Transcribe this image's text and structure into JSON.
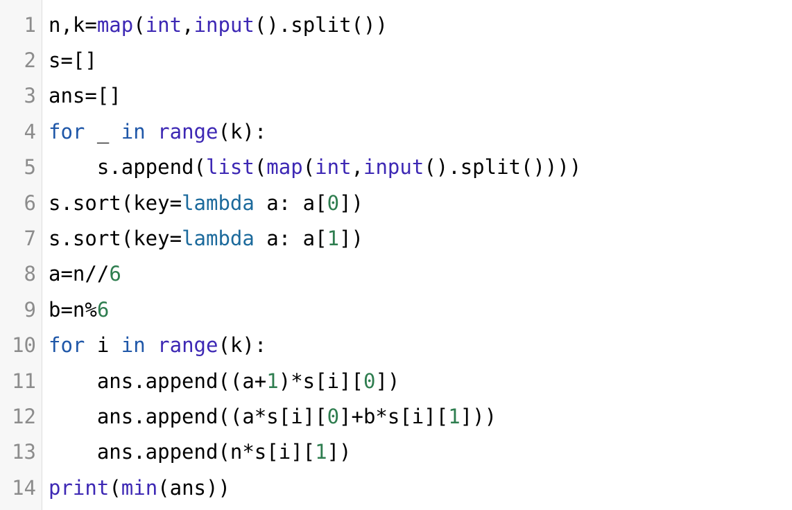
{
  "editor": {
    "lines": [
      {
        "n": "1",
        "parts": [
          {
            "t": "n,k="
          },
          {
            "t": "map",
            "c": "bi"
          },
          {
            "t": "("
          },
          {
            "t": "int",
            "c": "bi"
          },
          {
            "t": ","
          },
          {
            "t": "input",
            "c": "bi"
          },
          {
            "t": "().split())"
          }
        ]
      },
      {
        "n": "2",
        "parts": [
          {
            "t": "s=[]"
          }
        ]
      },
      {
        "n": "3",
        "parts": [
          {
            "t": "ans=[]"
          }
        ]
      },
      {
        "n": "4",
        "parts": [
          {
            "t": "for",
            "c": "kw"
          },
          {
            "t": " _ "
          },
          {
            "t": "in",
            "c": "kw"
          },
          {
            "t": " "
          },
          {
            "t": "range",
            "c": "bi"
          },
          {
            "t": "(k):"
          }
        ]
      },
      {
        "n": "5",
        "parts": [
          {
            "t": "    s.append("
          },
          {
            "t": "list",
            "c": "bi"
          },
          {
            "t": "("
          },
          {
            "t": "map",
            "c": "bi"
          },
          {
            "t": "("
          },
          {
            "t": "int",
            "c": "bi"
          },
          {
            "t": ","
          },
          {
            "t": "input",
            "c": "bi"
          },
          {
            "t": "().split())))"
          }
        ]
      },
      {
        "n": "6",
        "parts": [
          {
            "t": "s.sort(key="
          },
          {
            "t": "lambda",
            "c": "fn"
          },
          {
            "t": " a: a["
          },
          {
            "t": "0",
            "c": "num"
          },
          {
            "t": "])"
          }
        ]
      },
      {
        "n": "7",
        "parts": [
          {
            "t": "s.sort(key="
          },
          {
            "t": "lambda",
            "c": "fn"
          },
          {
            "t": " a: a["
          },
          {
            "t": "1",
            "c": "num"
          },
          {
            "t": "])"
          }
        ]
      },
      {
        "n": "8",
        "parts": [
          {
            "t": "a=n//"
          },
          {
            "t": "6",
            "c": "num"
          }
        ]
      },
      {
        "n": "9",
        "parts": [
          {
            "t": "b=n%"
          },
          {
            "t": "6",
            "c": "num"
          }
        ]
      },
      {
        "n": "10",
        "parts": [
          {
            "t": "for",
            "c": "kw"
          },
          {
            "t": " i "
          },
          {
            "t": "in",
            "c": "kw"
          },
          {
            "t": " "
          },
          {
            "t": "range",
            "c": "bi"
          },
          {
            "t": "(k):"
          }
        ]
      },
      {
        "n": "11",
        "parts": [
          {
            "t": "    ans.append((a+"
          },
          {
            "t": "1",
            "c": "num"
          },
          {
            "t": ")*s[i]["
          },
          {
            "t": "0",
            "c": "num"
          },
          {
            "t": "])"
          }
        ]
      },
      {
        "n": "12",
        "parts": [
          {
            "t": "    ans.append((a*s[i]["
          },
          {
            "t": "0",
            "c": "num"
          },
          {
            "t": "]+b*s[i]["
          },
          {
            "t": "1",
            "c": "num"
          },
          {
            "t": "]))"
          }
        ]
      },
      {
        "n": "13",
        "parts": [
          {
            "t": "    ans.append(n*s[i]["
          },
          {
            "t": "1",
            "c": "num"
          },
          {
            "t": "])"
          }
        ]
      },
      {
        "n": "14",
        "parts": [
          {
            "t": "print",
            "c": "bi"
          },
          {
            "t": "("
          },
          {
            "t": "min",
            "c": "bi"
          },
          {
            "t": "(ans))"
          }
        ]
      }
    ]
  }
}
